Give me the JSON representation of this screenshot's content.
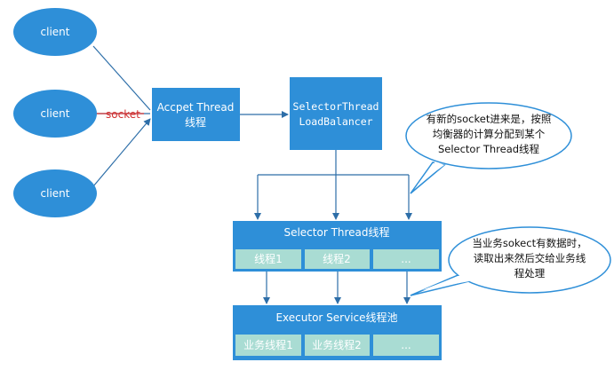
{
  "clients": [
    {
      "label": "client"
    },
    {
      "label": "client"
    },
    {
      "label": "client"
    }
  ],
  "socket_label": "socket",
  "acceptor": {
    "line1": "Accpet Thread",
    "line2": "线程"
  },
  "load_balancer": {
    "line1": "SelectorThread",
    "line2": "LoadBalancer"
  },
  "callout_top": {
    "line1": "有新的socket进来是，按照",
    "line2": "均衡器的计算分配到某个",
    "line3": "Selector Thread线程"
  },
  "selector_group": {
    "title": "Selector Thread线程",
    "cells": [
      "线程1",
      "线程2",
      "..."
    ]
  },
  "executor_group": {
    "title": "Executor Service线程池",
    "cells": [
      "业务线程1",
      "业务线程2",
      "..."
    ]
  },
  "callout_bottom": {
    "line1": "当业务sokect有数据时，",
    "line2": "读取出来然后交给业务线",
    "line3": "程处理"
  },
  "colors": {
    "blue": "#2e8fd8",
    "cell": "#a9dcd3",
    "bubble_border": "#2e8fd8",
    "line": "#2d6ea8",
    "socket": "#d23232"
  }
}
